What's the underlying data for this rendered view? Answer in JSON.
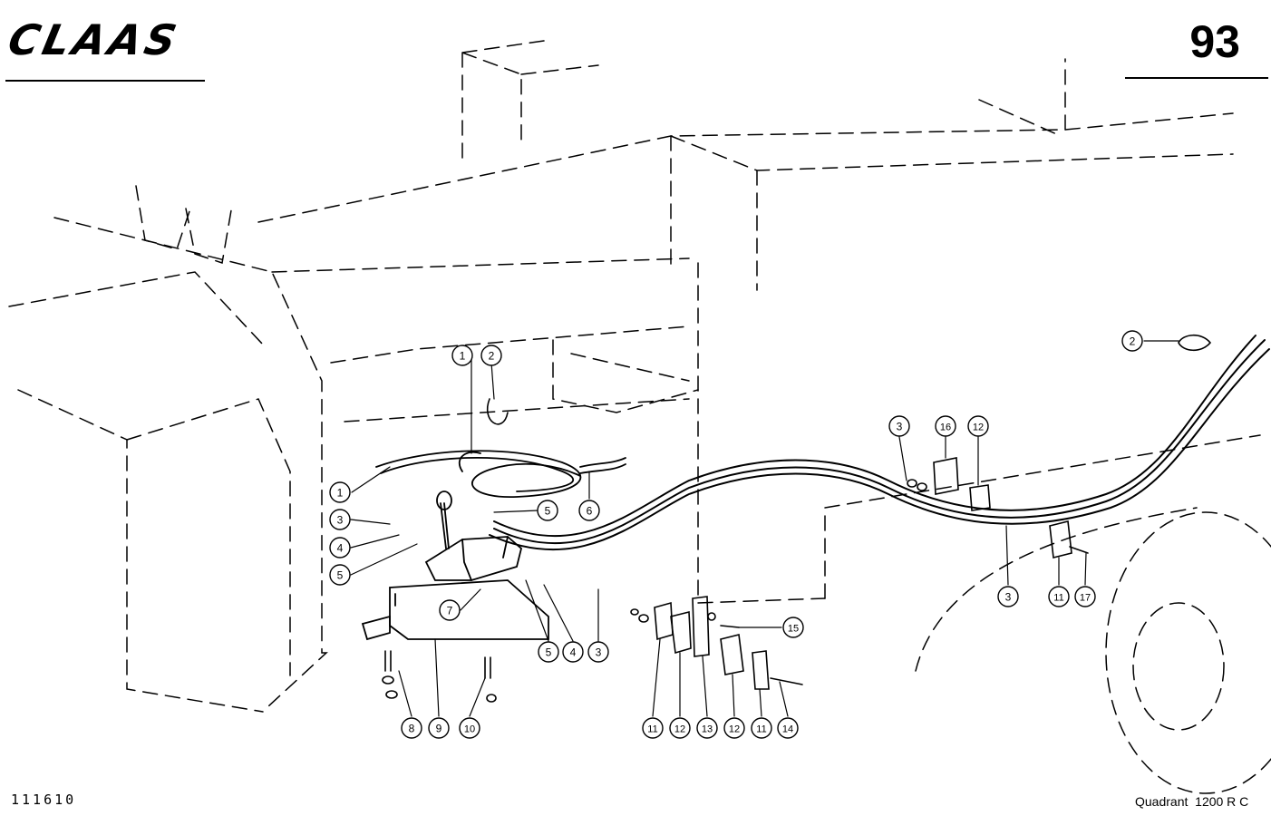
{
  "header": {
    "brand": "CLAAS",
    "page_number": "93"
  },
  "footer": {
    "drawing_number": "111610",
    "model": "Quadrant  1200 R C"
  },
  "callouts": [
    {
      "id": "c1a",
      "label": "1"
    },
    {
      "id": "c2a",
      "label": "2"
    },
    {
      "id": "c1b",
      "label": "1"
    },
    {
      "id": "c3a",
      "label": "3"
    },
    {
      "id": "c4a",
      "label": "4"
    },
    {
      "id": "c5a",
      "label": "5"
    },
    {
      "id": "c5b",
      "label": "5"
    },
    {
      "id": "c6",
      "label": "6"
    },
    {
      "id": "c7",
      "label": "7"
    },
    {
      "id": "c5c",
      "label": "5"
    },
    {
      "id": "c4b",
      "label": "4"
    },
    {
      "id": "c3b",
      "label": "3"
    },
    {
      "id": "c8",
      "label": "8"
    },
    {
      "id": "c9",
      "label": "9"
    },
    {
      "id": "c10",
      "label": "10"
    },
    {
      "id": "c11a",
      "label": "11"
    },
    {
      "id": "c12a",
      "label": "12"
    },
    {
      "id": "c13",
      "label": "13"
    },
    {
      "id": "c12b",
      "label": "12"
    },
    {
      "id": "c11b",
      "label": "11"
    },
    {
      "id": "c14",
      "label": "14"
    },
    {
      "id": "c15",
      "label": "15"
    },
    {
      "id": "c2b",
      "label": "2"
    },
    {
      "id": "c3c",
      "label": "3"
    },
    {
      "id": "c16",
      "label": "16"
    },
    {
      "id": "c12c",
      "label": "12"
    },
    {
      "id": "c3d",
      "label": "3"
    },
    {
      "id": "c11c",
      "label": "11"
    },
    {
      "id": "c17",
      "label": "17"
    }
  ]
}
